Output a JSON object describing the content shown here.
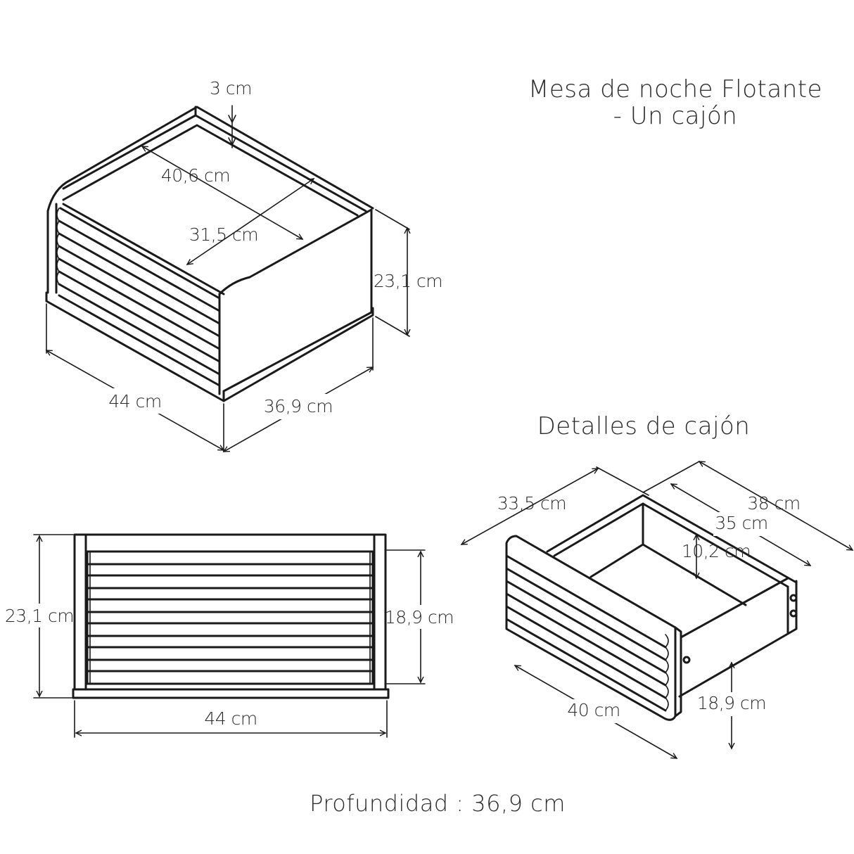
{
  "titles": {
    "main_line1": "Mesa de noche Flotante",
    "main_line2": "- Un cajón",
    "drawer_details": "Detalles de cajón"
  },
  "footer": {
    "depth": "Profundidad : 36,9 cm"
  },
  "iso_view": {
    "top_thickness": "3 cm",
    "inner_width": "40,6 cm",
    "inner_depth": "31,5 cm",
    "height": "23,1 cm",
    "width": "44 cm",
    "depth": "36,9 cm"
  },
  "front_view": {
    "height": "23,1 cm",
    "front_height": "18,9 cm",
    "width": "44 cm"
  },
  "drawer_view": {
    "inner_depth": "33,5 cm",
    "outer_depth": "38 cm",
    "inner_width": "35 cm",
    "inner_height": "10,2 cm",
    "front_width": "40 cm",
    "front_height": "18,9 cm"
  }
}
